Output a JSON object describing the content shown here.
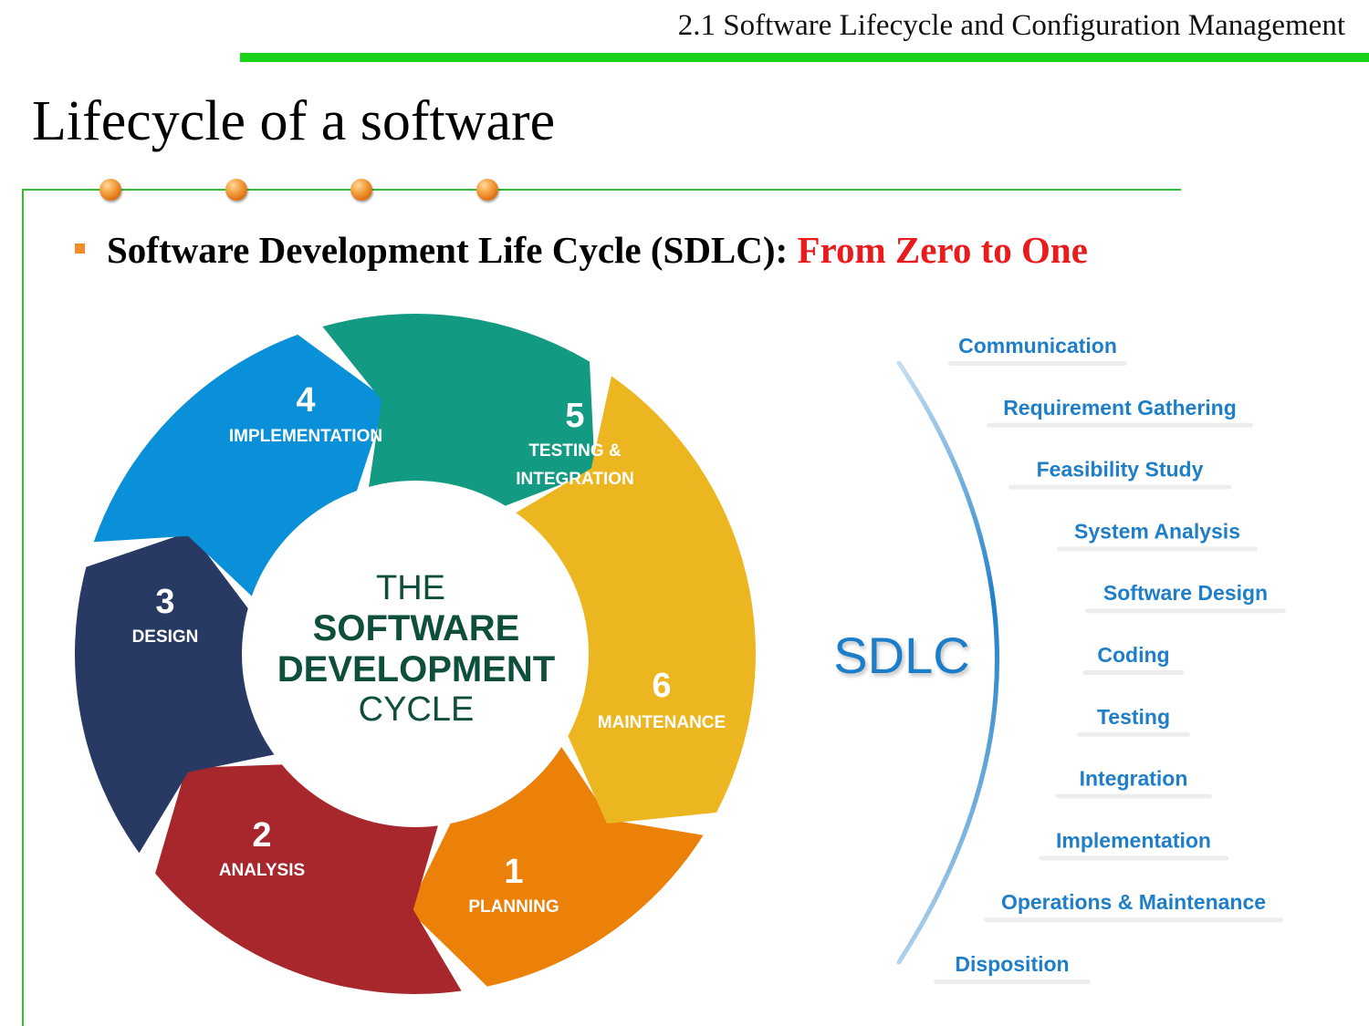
{
  "header": {
    "title": "2.1 Software Lifecycle and Configuration Management",
    "bar_color": "#19d219"
  },
  "slide": {
    "title": "Lifecycle of a software"
  },
  "bullet": {
    "text": "Software Development Life Cycle (SDLC): ",
    "highlight": "From Zero to One",
    "highlight_color": "#e81c1c"
  },
  "cycle": {
    "center_lines": [
      "THE",
      "SOFTWARE",
      "DEVELOPMENT",
      "CYCLE"
    ],
    "center_color": "#0e4f3b",
    "stages": [
      {
        "number": "1",
        "label": "PLANNING",
        "color": "#a8272d"
      },
      {
        "number": "2",
        "label": "ANALYSIS",
        "color": "#283a63"
      },
      {
        "number": "3",
        "label": "DESIGN",
        "color": "#0a90d8"
      },
      {
        "number": "4",
        "label": "IMPLEMENTATION",
        "color": "#129a83"
      },
      {
        "number": "5",
        "label_lines": [
          "TESTING &",
          "INTEGRATION"
        ],
        "color": "#ecb621"
      },
      {
        "number": "6",
        "label": "MAINTENANCE",
        "color": "#ec8109"
      }
    ]
  },
  "sdlc": {
    "label": "SDLC",
    "color": "#1e7ec8",
    "steps": [
      "Communication",
      "Requirement Gathering",
      "Feasibility Study",
      "System Analysis",
      "Software Design",
      "Coding",
      "Testing",
      "Integration",
      "Implementation",
      "Operations & Maintenance",
      "Disposition"
    ]
  }
}
